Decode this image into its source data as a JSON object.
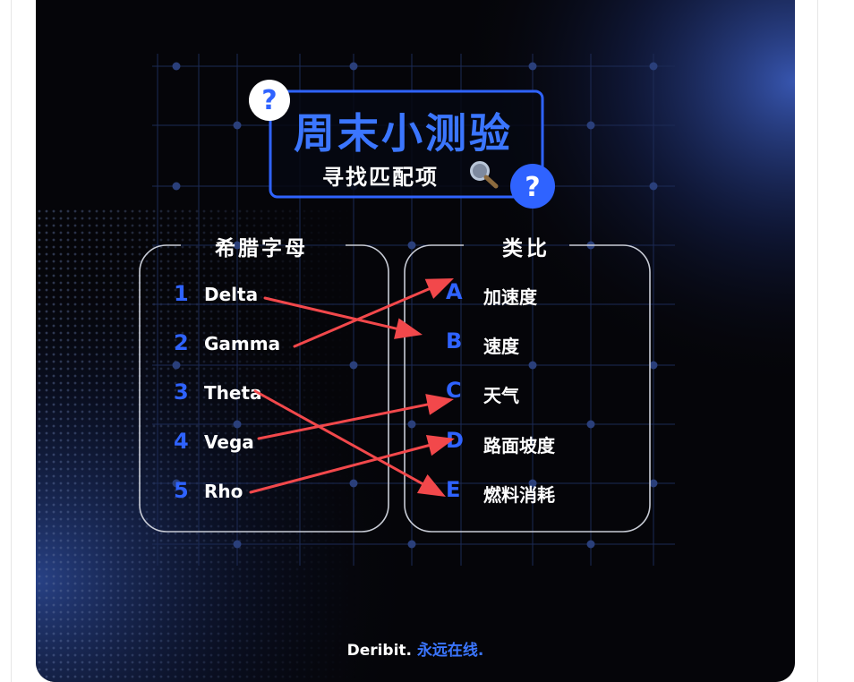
{
  "title": "周末小测验",
  "subtitle": "寻找匹配项",
  "left_heading": "希腊字母",
  "right_heading": "类比",
  "greek_letters": [
    {
      "num": "1",
      "name": "Delta"
    },
    {
      "num": "2",
      "name": "Gamma"
    },
    {
      "num": "3",
      "name": "Theta"
    },
    {
      "num": "4",
      "name": "Vega"
    },
    {
      "num": "5",
      "name": "Rho"
    }
  ],
  "analogies": [
    {
      "letter": "A",
      "text": "加速度"
    },
    {
      "letter": "B",
      "text": "速度"
    },
    {
      "letter": "C",
      "text": "天气"
    },
    {
      "letter": "D",
      "text": "路面坡度"
    },
    {
      "letter": "E",
      "text": "燃料消耗"
    }
  ],
  "question_mark": "?",
  "footer": {
    "brand": "Deribit.",
    "slogan": "永远在线."
  },
  "colors": {
    "background": "#050509",
    "accent": "#3b76ff",
    "arrow": "#f2484b",
    "grid": "#1c2a55"
  },
  "icons": [
    "question-mark-icon",
    "magnifier-icon",
    "arrow-icon"
  ]
}
